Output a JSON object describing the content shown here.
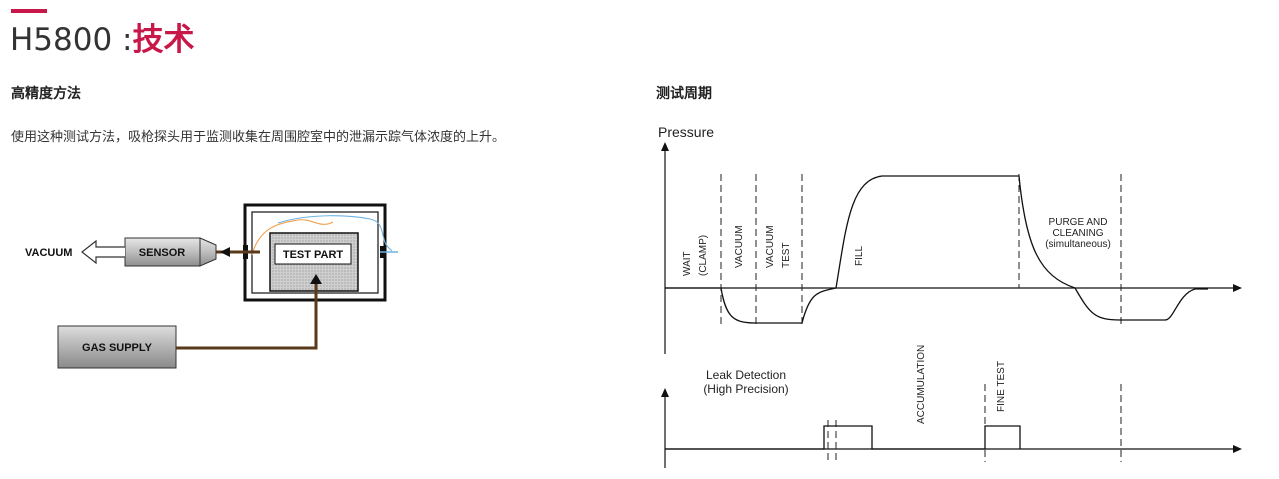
{
  "header": {
    "model": "H5800 :",
    "tech": "技术"
  },
  "left": {
    "heading": "高精度方法",
    "description": "使用这种测试方法，吸枪探头用于监测收集在周围腔室中的泄漏示踪气体浓度的上升。",
    "diagram": {
      "vacuum": "VACUUM",
      "sensor": "SENSOR",
      "test_part": "TEST PART",
      "gas_supply": "GAS SUPPLY"
    }
  },
  "right": {
    "heading": "测试周期",
    "cycle": {
      "y_axis_label": "Pressure",
      "phase_wait": "WAIT",
      "phase_clamp": "(CLAMP)",
      "phase_vacuum": "VACUUM",
      "phase_vacuum_test_1": "VACUUM",
      "phase_vacuum_test_2": "TEST",
      "phase_fill": "FILL",
      "purge_line1": "PURGE AND",
      "purge_line2": "CLEANING",
      "purge_line3": "(simultaneous)",
      "leak_line1": "Leak Detection",
      "leak_line2": "(High Precision)",
      "accumulation": "ACCUMULATION",
      "fine_test": "FINE TEST"
    }
  },
  "colors": {
    "accent": "#c8184a",
    "line_orange": "#f0a050",
    "line_blue": "#6cb4e4",
    "gas_pipe": "#5a3a1a"
  }
}
